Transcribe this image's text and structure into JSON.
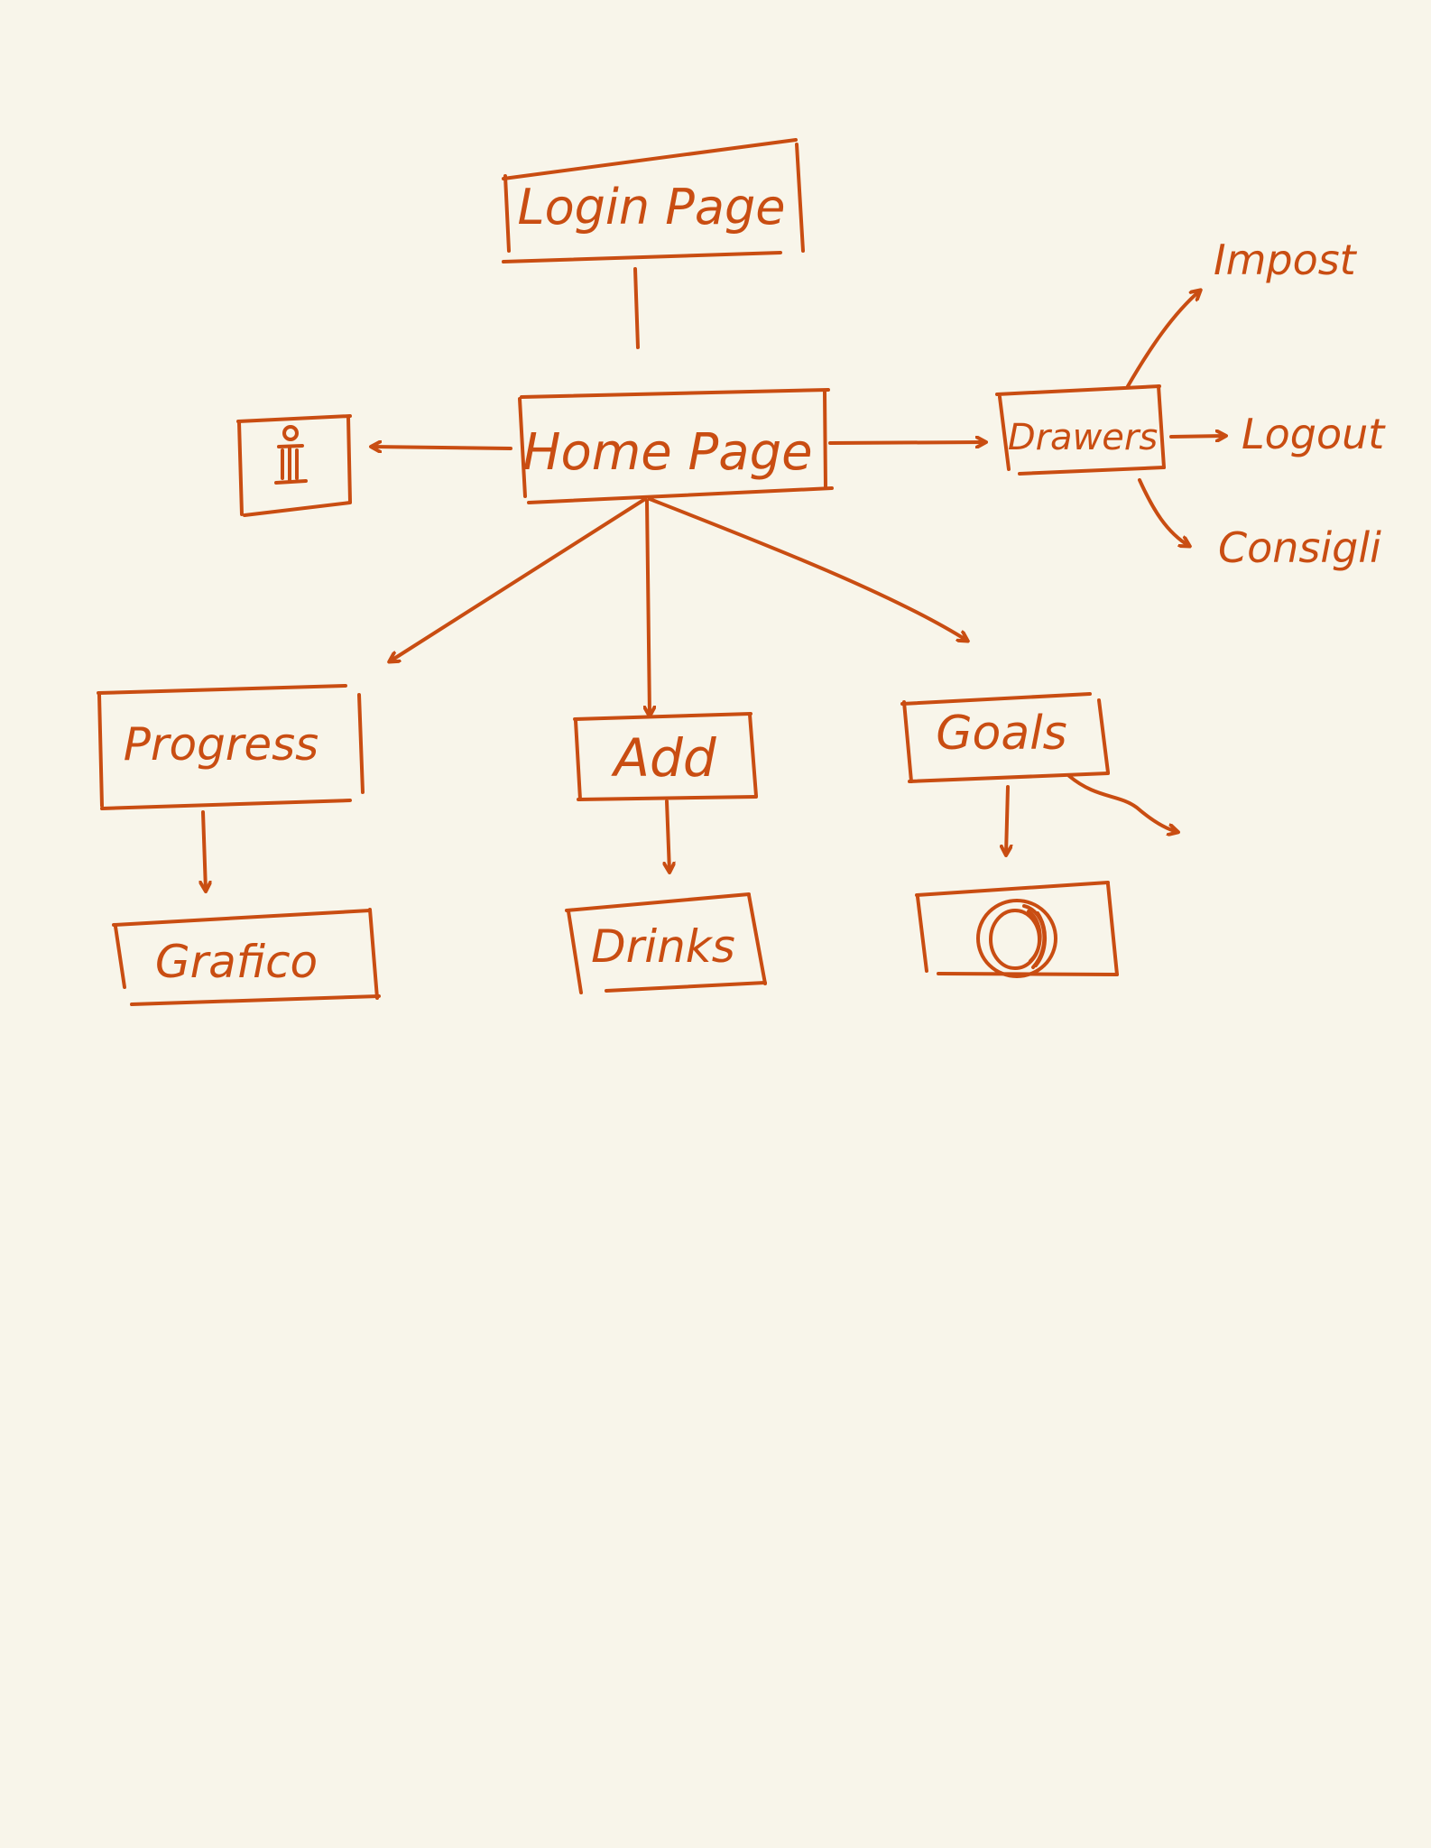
{
  "ink_color": "#c94d12",
  "background_color": "#f8f5ea",
  "nodes": {
    "login": {
      "label": "Login Page"
    },
    "home": {
      "label": "Home Page"
    },
    "info": {
      "icon": "info-icon"
    },
    "drawers": {
      "label": "Drawers"
    },
    "impost": {
      "label": "Impost"
    },
    "logout": {
      "label": "Logout"
    },
    "consigli": {
      "label": "Consigli"
    },
    "progress": {
      "label": "Progress"
    },
    "add": {
      "label": "Add"
    },
    "goals": {
      "label": "Goals"
    },
    "grafico": {
      "label": "Grafico"
    },
    "drinks": {
      "label": "Drinks"
    },
    "ring": {
      "icon": "progress-ring-icon"
    }
  }
}
